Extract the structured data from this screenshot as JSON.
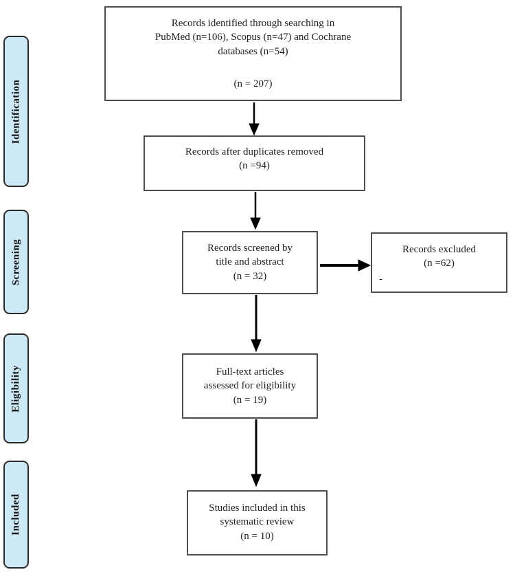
{
  "diagram": {
    "type": "prisma-flow",
    "stages": {
      "items": [
        {
          "label": "Identification"
        },
        {
          "label": "Screening"
        },
        {
          "label": "Eligibility"
        },
        {
          "label": "Included"
        }
      ]
    },
    "boxes": {
      "identified": {
        "l1": "Records identified through searching in",
        "l2": "PubMed (n=106), Scopus (n=47) and Cochrane",
        "l3": "databases (n=54)",
        "count": "(n = 207)"
      },
      "duplicates": {
        "l1": "Records after duplicates removed",
        "count": "(n =94)"
      },
      "screened": {
        "l1": "Records screened by",
        "l2": "title and abstract",
        "count": "(n = 32)"
      },
      "excluded": {
        "l1": "Records excluded",
        "count": "(n =62)",
        "note": "-"
      },
      "fulltext": {
        "l1": "Full-text articles",
        "l2": "assessed for eligibility",
        "count": "(n = 19)"
      },
      "included": {
        "l1": "Studies included in this",
        "l2": "systematic review",
        "count": "(n = 10)"
      }
    },
    "colors": {
      "stage_fill": "#cde9f7",
      "stage_border": "#2a2a2a",
      "box_border": "#4d4d4d",
      "arrow": "#000000",
      "text": "#1f1f1f",
      "background": "#ffffff"
    }
  }
}
